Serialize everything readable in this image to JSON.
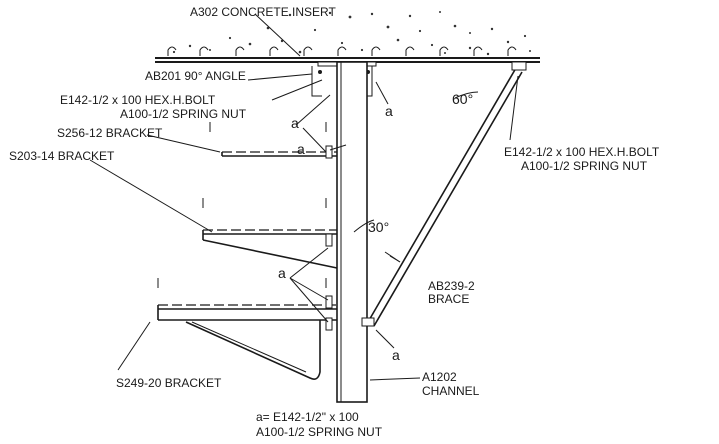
{
  "labels": {
    "concrete_insert": "A302 CONCRETE INSERT",
    "angle_90": "AB201 90° ANGLE",
    "bolt_left_1": "E142-1/2 x 100 HEX.H.BOLT",
    "nut_left_1": "A100-1/2 SPRING NUT",
    "bracket_s256": "S256-12 BRACKET",
    "bracket_s203": "S203-14 BRACKET",
    "bolt_right_1": "E142-1/2 x 100 HEX.H.BOLT",
    "nut_right_1": "A100-1/2 SPRING NUT",
    "brace_1": "AB239-2",
    "brace_2": "BRACE",
    "bracket_s249": "S249-20 BRACKET",
    "channel_1": "A1202",
    "channel_2": "CHANNEL",
    "legend_1": "a=  E142-1/2\" x 100",
    "legend_2": "A100-1/2 SPRING NUT"
  },
  "marks": {
    "a": "a"
  },
  "angles": {
    "top": "60°",
    "mid": "30°"
  }
}
